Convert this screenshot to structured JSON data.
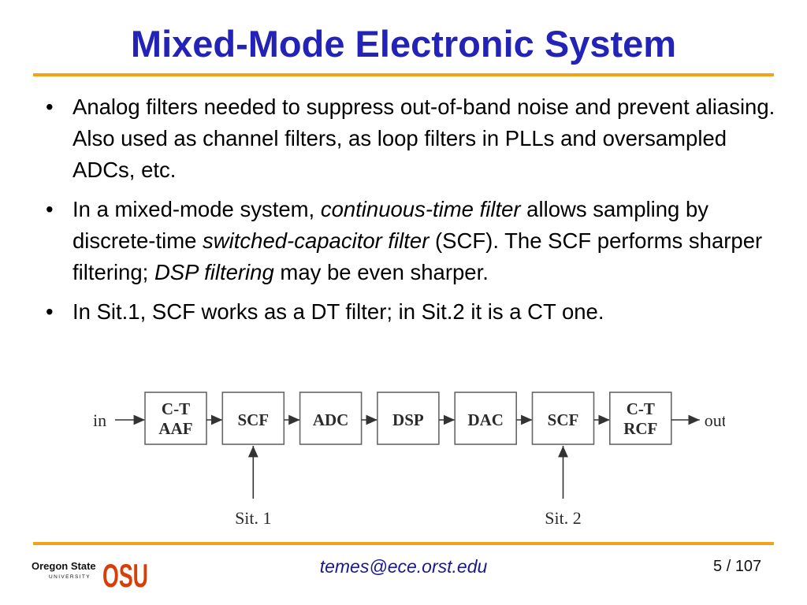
{
  "slide": {
    "title": "Mixed-Mode Electronic System",
    "bullets": [
      {
        "segments": [
          {
            "text": "Analog filters needed to suppress out-of-band noise and prevent aliasing. Also used as channel filters, as loop filters in PLLs and oversampled ADCs, etc.",
            "italic": false
          }
        ]
      },
      {
        "segments": [
          {
            "text": "In a mixed-mode system, ",
            "italic": false
          },
          {
            "text": "continuous-time filter",
            "italic": true
          },
          {
            "text": " allows sampling by discrete-time ",
            "italic": false
          },
          {
            "text": "switched-capacitor filter",
            "italic": true
          },
          {
            "text": " (SCF). The SCF performs sharper filtering; ",
            "italic": false
          },
          {
            "text": "DSP filtering",
            "italic": true
          },
          {
            "text": " may be even sharper.",
            "italic": false
          }
        ]
      },
      {
        "segments": [
          {
            "text": "In Sit.1, SCF works as a DT filter; in Sit.2 it is a CT one.",
            "italic": false
          }
        ]
      }
    ],
    "bullet_glyph": "•"
  },
  "diagram": {
    "input_label": "in",
    "output_label": "out",
    "blocks": [
      {
        "line1": "C-T",
        "line2": "AAF"
      },
      {
        "line1": "SCF",
        "line2": ""
      },
      {
        "line1": "ADC",
        "line2": ""
      },
      {
        "line1": "DSP",
        "line2": ""
      },
      {
        "line1": "DAC",
        "line2": ""
      },
      {
        "line1": "SCF",
        "line2": ""
      },
      {
        "line1": "C-T",
        "line2": "RCF"
      }
    ],
    "situations": [
      {
        "label": "Sit. 1",
        "block_index": 1
      },
      {
        "label": "Sit. 2",
        "block_index": 5
      }
    ]
  },
  "footer": {
    "email": "temes@ece.orst.edu",
    "page_current": "5",
    "page_separator": "/",
    "page_total": "107",
    "logo_text_line1": "Oregon State",
    "logo_text_line2": "UNIVERSITY",
    "logo_mark": "OSU"
  },
  "colors": {
    "title": "#2323b8",
    "rule": "#f2a11a",
    "logo_orange": "#d73f09"
  }
}
